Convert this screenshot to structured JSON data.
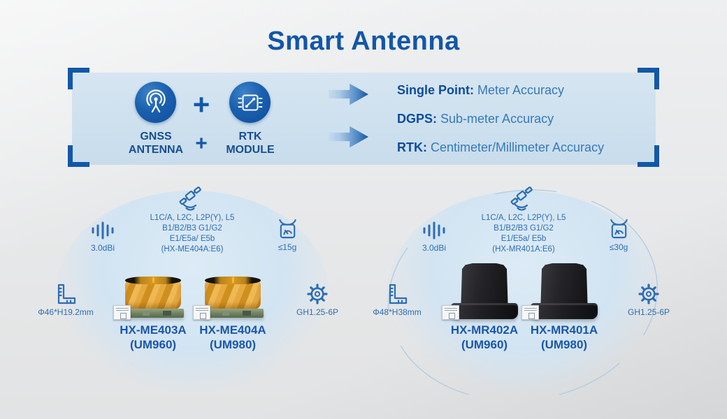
{
  "title": "Smart Antenna",
  "banner": {
    "gnss": {
      "line1": "GNSS",
      "line2": "ANTENNA"
    },
    "rtk": {
      "line1": "RTK",
      "line2": "MODULE"
    },
    "plus_icon": "+",
    "plus_text": "+",
    "accuracy": [
      {
        "label": "Single Point:",
        "value": " Meter Accuracy"
      },
      {
        "label": "DGPS:",
        "value": " Sub-meter Accuracy"
      },
      {
        "label": "RTK:",
        "value": " Centimeter/Millimeter Accuracy"
      }
    ]
  },
  "groups": [
    {
      "frequencies": [
        "L1C/A, L2C, L2P(Y), L5",
        "B1/B2/B3 G1/G2",
        "E1/E5a/ E5b",
        "(HX-ME404A:E6)"
      ],
      "gain": "3.0dBi",
      "weight": "≤15g",
      "dimensions": "Φ46*H19.2mm",
      "connector": "GH1.25-6P",
      "products": [
        {
          "name": "HX-ME403A",
          "module": "(UM960)"
        },
        {
          "name": "HX-ME404A",
          "module": "(UM980)"
        }
      ]
    },
    {
      "frequencies": [
        "L1C/A, L2C, L2P(Y), L5",
        "B1/B2/B3 G1/G2",
        "E1/E5a/ E5b",
        "(HX-MR401A:E6)"
      ],
      "gain": "3.0dBi",
      "weight": "≤30g",
      "dimensions": "Φ48*H38mm",
      "connector": "GH1.25-6P",
      "products": [
        {
          "name": "HX-MR402A",
          "module": "(UM960)"
        },
        {
          "name": "HX-MR401A",
          "module": "(UM980)"
        }
      ]
    }
  ],
  "icons": {
    "gnss": "broadcast-antenna-icon",
    "rtk": "chip-route-icon",
    "satellite": "satellite-signal-icon",
    "gain": "signal-bars-icon",
    "weight": "scale-icon",
    "dimensions": "ruler-square-icon",
    "connector": "gear-icon"
  },
  "colors": {
    "accent": "#1257a8",
    "banner_bg": "#cde0ee",
    "bracket": "#1257a7",
    "spec_text": "#2d6db4",
    "accuracy_label": "#0c4c9c",
    "accuracy_value": "#3579bc",
    "product_label": "#1a57ab",
    "antenna_yellow": "#d99a28",
    "antenna_black": "#1b1b1e"
  }
}
